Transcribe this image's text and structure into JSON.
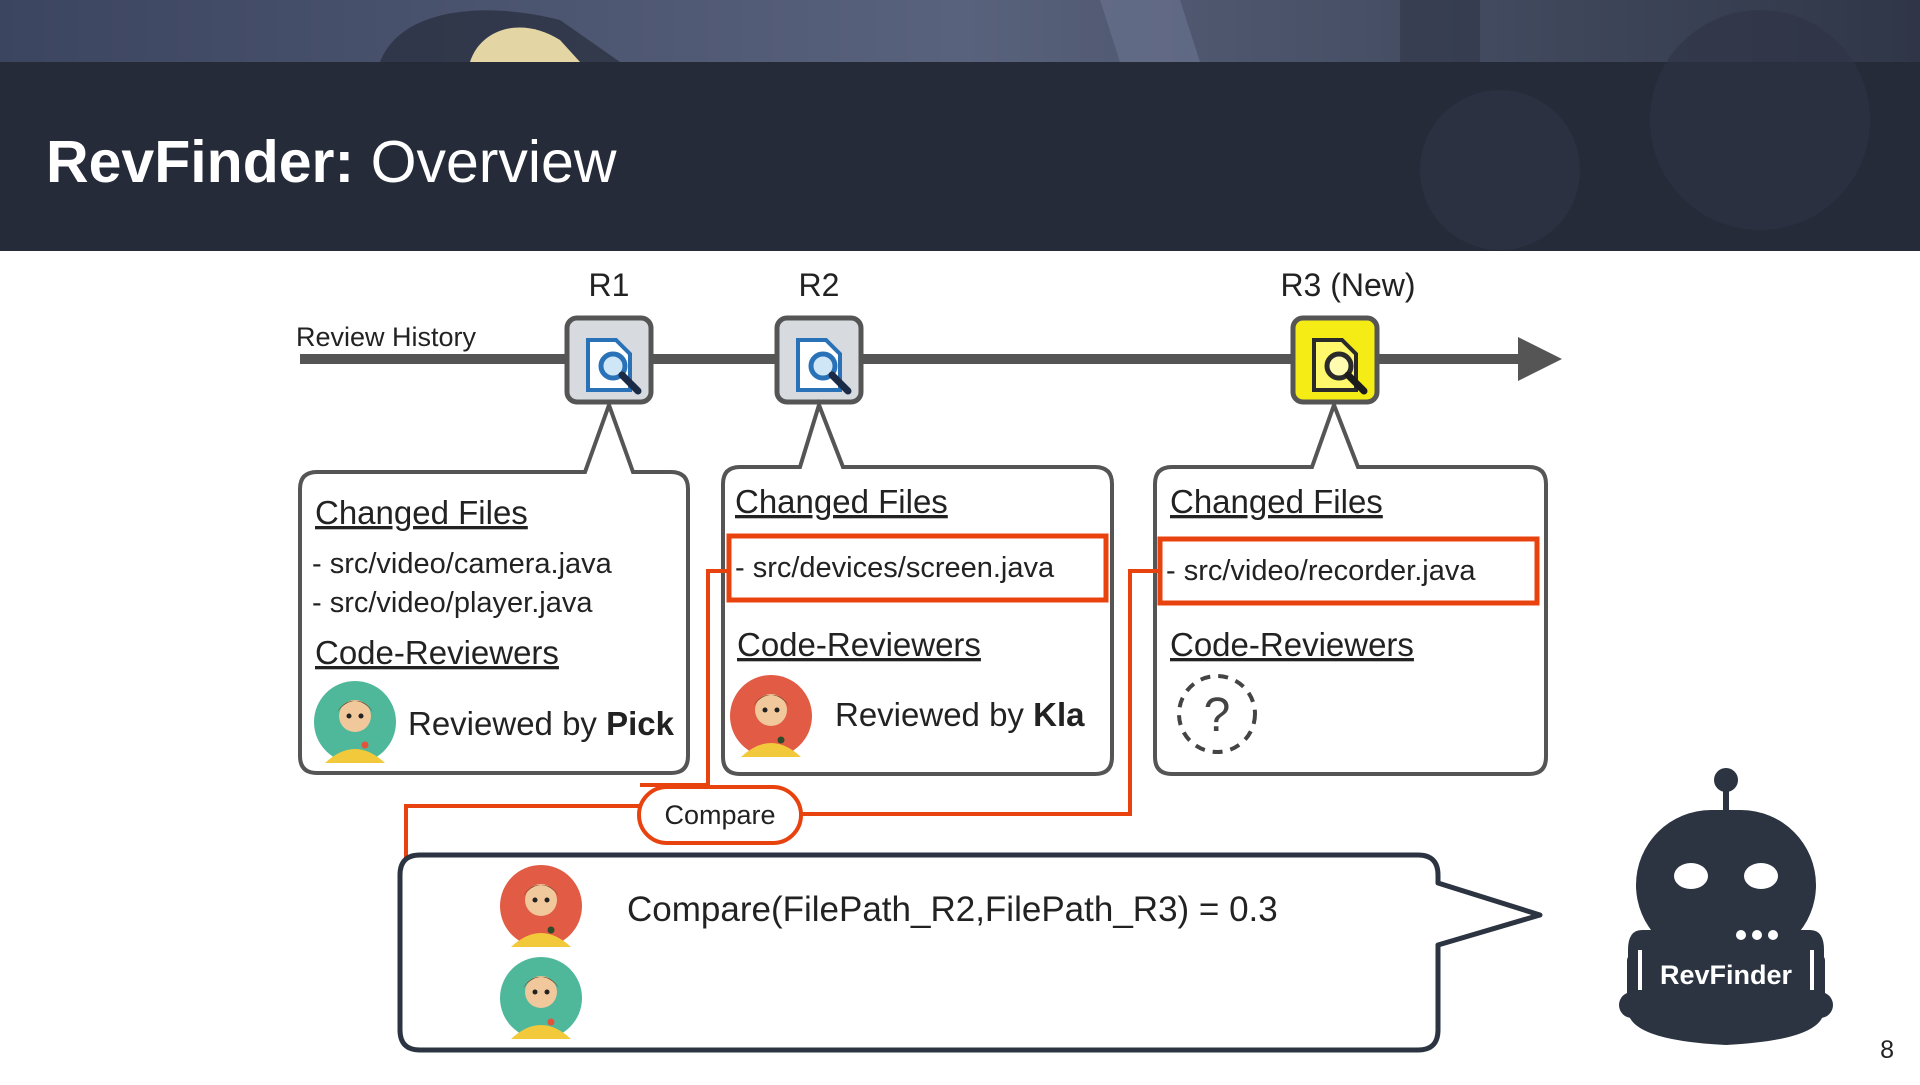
{
  "slide": {
    "title_bold": "RevFinder:",
    "title_rest": " Overview",
    "page_number": "8"
  },
  "timeline": {
    "label": "Review History",
    "reviews": [
      {
        "id": "R1"
      },
      {
        "id": "R2"
      },
      {
        "id": "R3 (New)"
      }
    ]
  },
  "cards": [
    {
      "changed_files_heading": "Changed Files",
      "files": [
        "- src/video/camera.java",
        "- src/video/player.java"
      ],
      "reviewers_heading": "Code-Reviewers",
      "reviewed_prefix": "Reviewed by ",
      "reviewer": "Pick"
    },
    {
      "changed_files_heading": "Changed Files",
      "files": [
        "- src/devices/screen.java"
      ],
      "reviewers_heading": "Code-Reviewers",
      "reviewed_prefix": "Reviewed by ",
      "reviewer": "Kla"
    },
    {
      "changed_files_heading": "Changed Files",
      "files": [
        "- src/video/recorder.java"
      ],
      "reviewers_heading": "Code-Reviewers",
      "unknown_symbol": "?"
    }
  ],
  "compare": {
    "label": "Compare",
    "formula": "Compare(FilePath_R2,FilePath_R3) = 0.3"
  },
  "robot": {
    "label": "RevFinder"
  },
  "colors": {
    "header_bg": "#262b3a",
    "accent_red": "#e8430f",
    "r3_highlight": "#f5ec16",
    "border_gray": "#555555",
    "robot_dark": "#2b3440",
    "avatar_green": "#4fb89b",
    "avatar_red": "#e25b45"
  }
}
